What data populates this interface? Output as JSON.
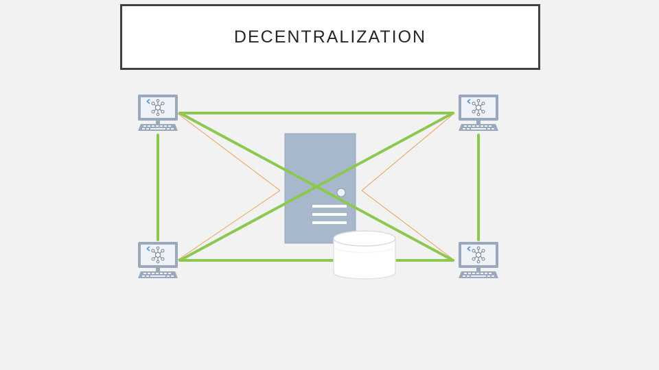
{
  "slide": {
    "title": "DECENTRALIZATION"
  },
  "diagram": {
    "nodes": [
      {
        "id": "computer-top-left",
        "icon": "network-computer-icon"
      },
      {
        "id": "computer-top-right",
        "icon": "network-computer-icon"
      },
      {
        "id": "computer-bottom-left",
        "icon": "network-computer-icon"
      },
      {
        "id": "computer-bottom-right",
        "icon": "network-computer-icon"
      },
      {
        "id": "central-server",
        "icon": "server-tower-icon"
      },
      {
        "id": "database",
        "icon": "database-cylinder-icon"
      }
    ],
    "colors": {
      "peer_link": "#8cc850",
      "server_link": "#e8a050",
      "server": "#a8b8cc",
      "monitor": "#9aa8bb"
    }
  }
}
